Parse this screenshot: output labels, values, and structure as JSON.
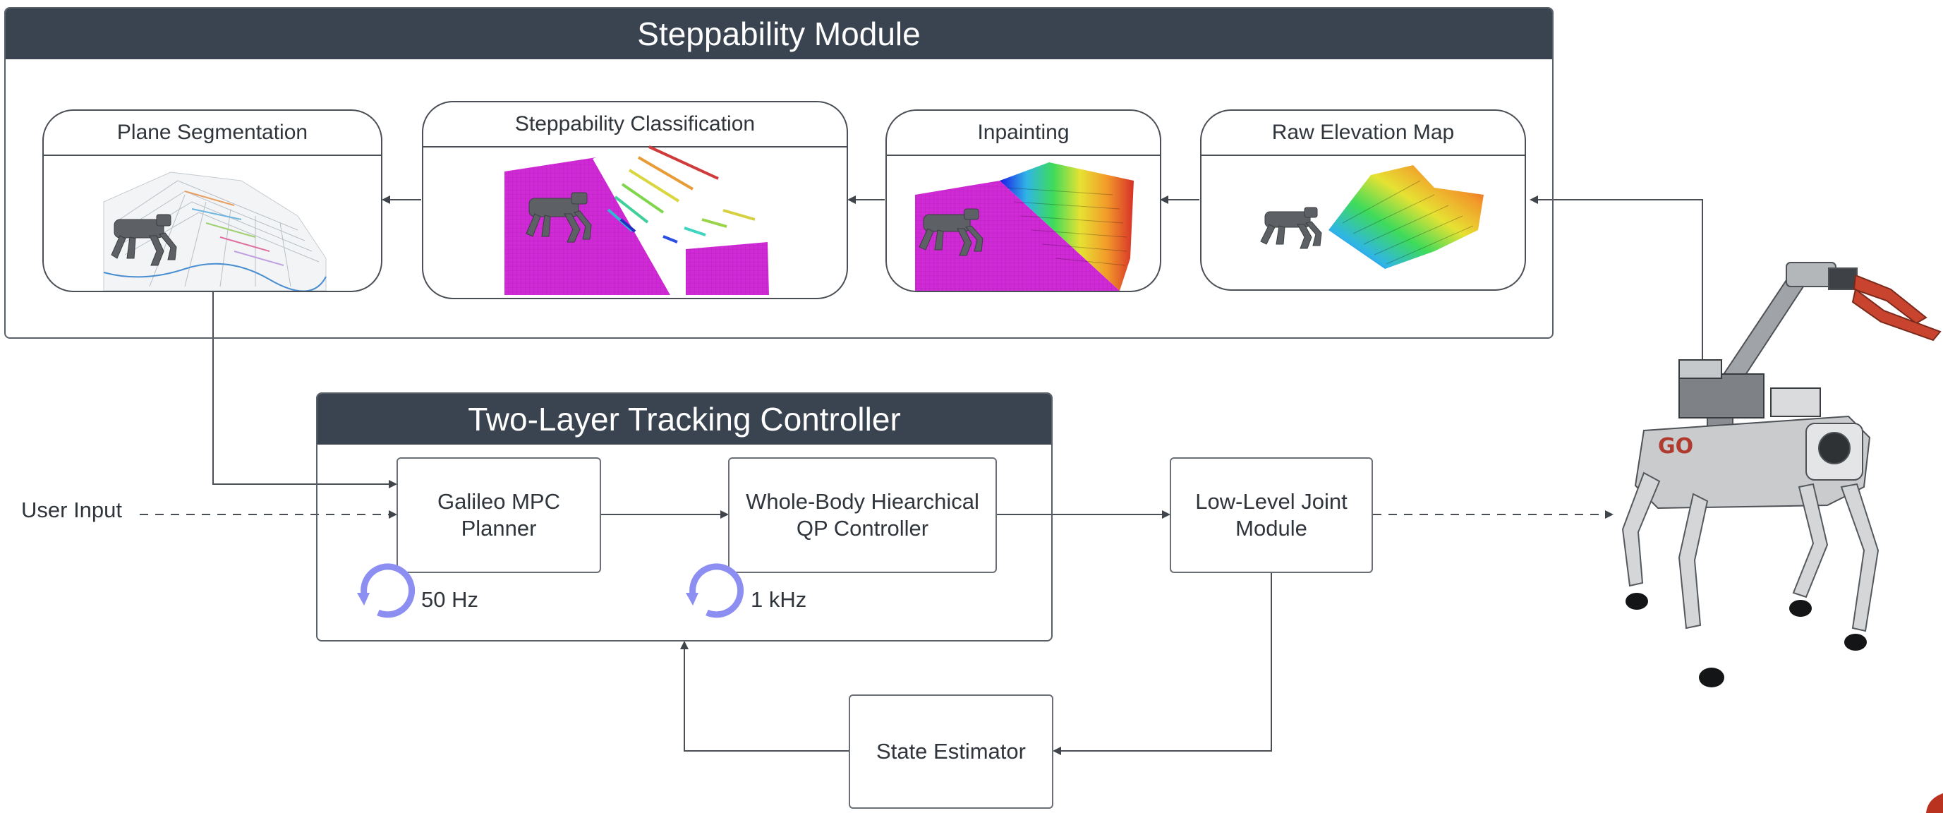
{
  "steppability_module": {
    "title": "Steppability Module",
    "panels": [
      {
        "id": "plane",
        "title": "Plane Segmentation"
      },
      {
        "id": "classification",
        "title": "Steppability Classification"
      },
      {
        "id": "inpainting",
        "title": "Inpainting"
      },
      {
        "id": "raw",
        "title": "Raw Elevation Map"
      }
    ]
  },
  "tracking_controller": {
    "title": "Two-Layer Tracking Controller",
    "mpc_planner": "Galileo MPC\nPlanner",
    "qp_controller": "Whole-Body Hiearchical\nQP Controller",
    "mpc_rate": "50 Hz",
    "qp_rate": "1 kHz"
  },
  "user_input": "User Input",
  "low_level_joint": "Low-Level Joint\nModule",
  "state_estimator": "State Estimator",
  "robot_body_text": "GO"
}
